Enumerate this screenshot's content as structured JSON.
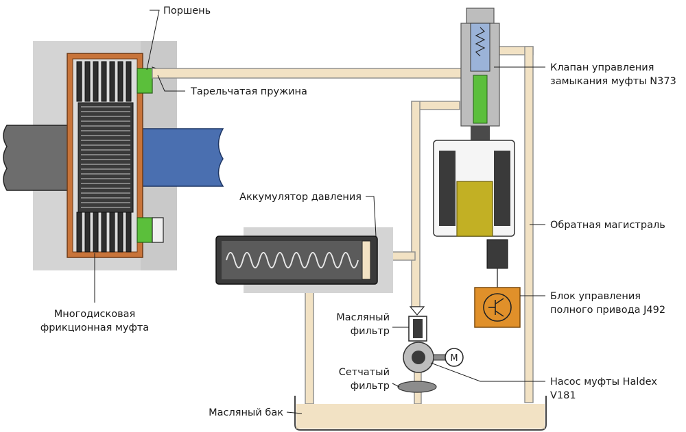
{
  "labels": {
    "piston": "Поршень",
    "disc_spring": "Тарельчатая пружина",
    "clutch_line1": "Многодисковая",
    "clutch_line2": "фрикционная муфта",
    "accumulator": "Аккумулятор давления",
    "oil_filter_line1": "Масляный",
    "oil_filter_line2": "фильтр",
    "strainer_line1": "Сетчатый",
    "strainer_line2": "фильтр",
    "oil_tank": "Масляный бак",
    "valve_line1": "Клапан управления",
    "valve_line2": "замыкания муфты N373",
    "return_line": "Обратная магистраль",
    "ecu_line1": "Блок управления",
    "ecu_line2": "полного привода J492",
    "pump_line1": "Насос муфты Haldex",
    "pump_line2": "V181",
    "motor_symbol": "M"
  },
  "colors": {
    "oil": "#f2e2c4",
    "housing": "#bdbdbd",
    "clutch_frame": "#c8743a",
    "shaft": "#6d6d6d",
    "output_shaft": "#4a6fb0",
    "piston": "#5bbf3b",
    "solenoid_core": "#c2b024",
    "ecu": "#e0902a",
    "accumulator_bg": "#d4d4d4"
  }
}
